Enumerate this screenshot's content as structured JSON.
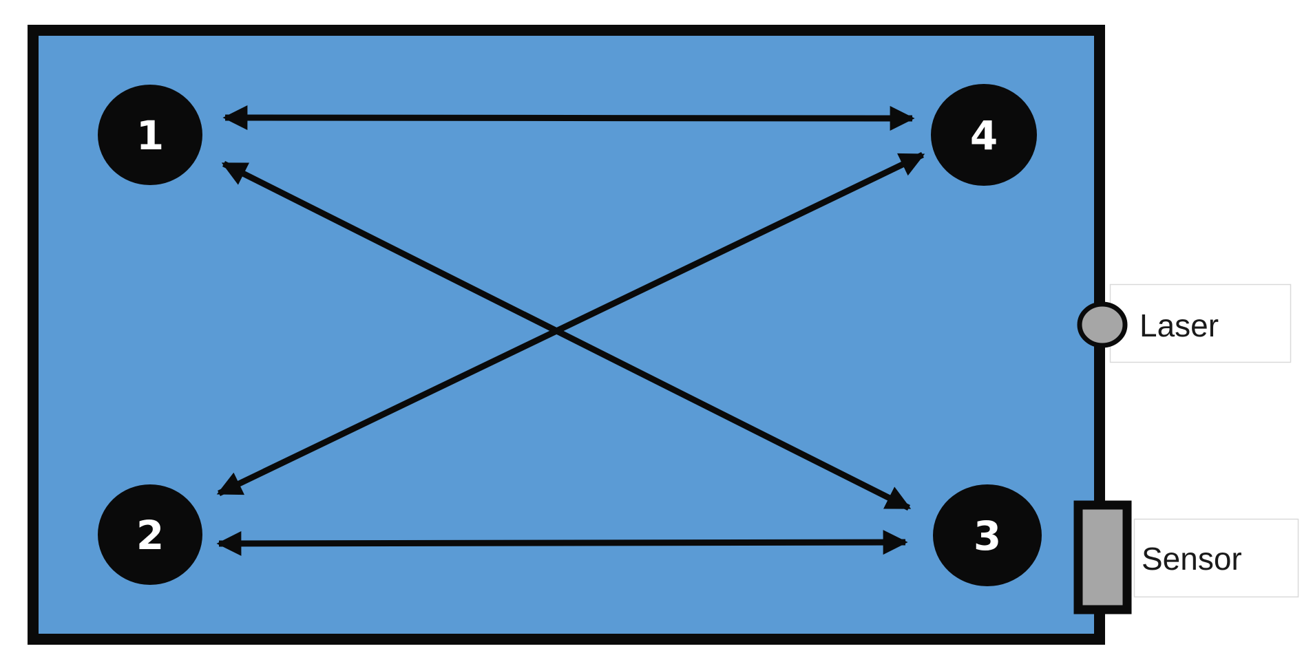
{
  "diagram": {
    "description": "Room layout with four numbered corner targets connected by bidirectional laser paths, with a laser emitter and a sensor mounted on the right wall",
    "nodes": [
      {
        "id": "1",
        "label": "1",
        "position": "top-left"
      },
      {
        "id": "2",
        "label": "2",
        "position": "bottom-left"
      },
      {
        "id": "3",
        "label": "3",
        "position": "bottom-right"
      },
      {
        "id": "4",
        "label": "4",
        "position": "top-right"
      }
    ],
    "edges": [
      {
        "from": "1",
        "to": "4",
        "bidirectional": true
      },
      {
        "from": "2",
        "to": "3",
        "bidirectional": true
      },
      {
        "from": "1",
        "to": "3",
        "bidirectional": true
      },
      {
        "from": "2",
        "to": "4",
        "bidirectional": true
      }
    ],
    "devices": [
      {
        "id": "laser",
        "label": "Laser",
        "shape": "circle",
        "mounted_on": "right-wall"
      },
      {
        "id": "sensor",
        "label": "Sensor",
        "shape": "rectangle",
        "mounted_on": "right-wall"
      }
    ],
    "colors": {
      "wall_fill": "#5b9bd5",
      "wall_border": "#0a0a0a",
      "node_fill": "#0a0a0a",
      "node_text": "#ffffff",
      "arrow": "#0a0a0a",
      "device_fill": "#a6a6a6",
      "device_border": "#0a0a0a",
      "label_box_border": "#d9d9d9",
      "label_text": "#1a1a1a",
      "background": "#ffffff"
    }
  }
}
